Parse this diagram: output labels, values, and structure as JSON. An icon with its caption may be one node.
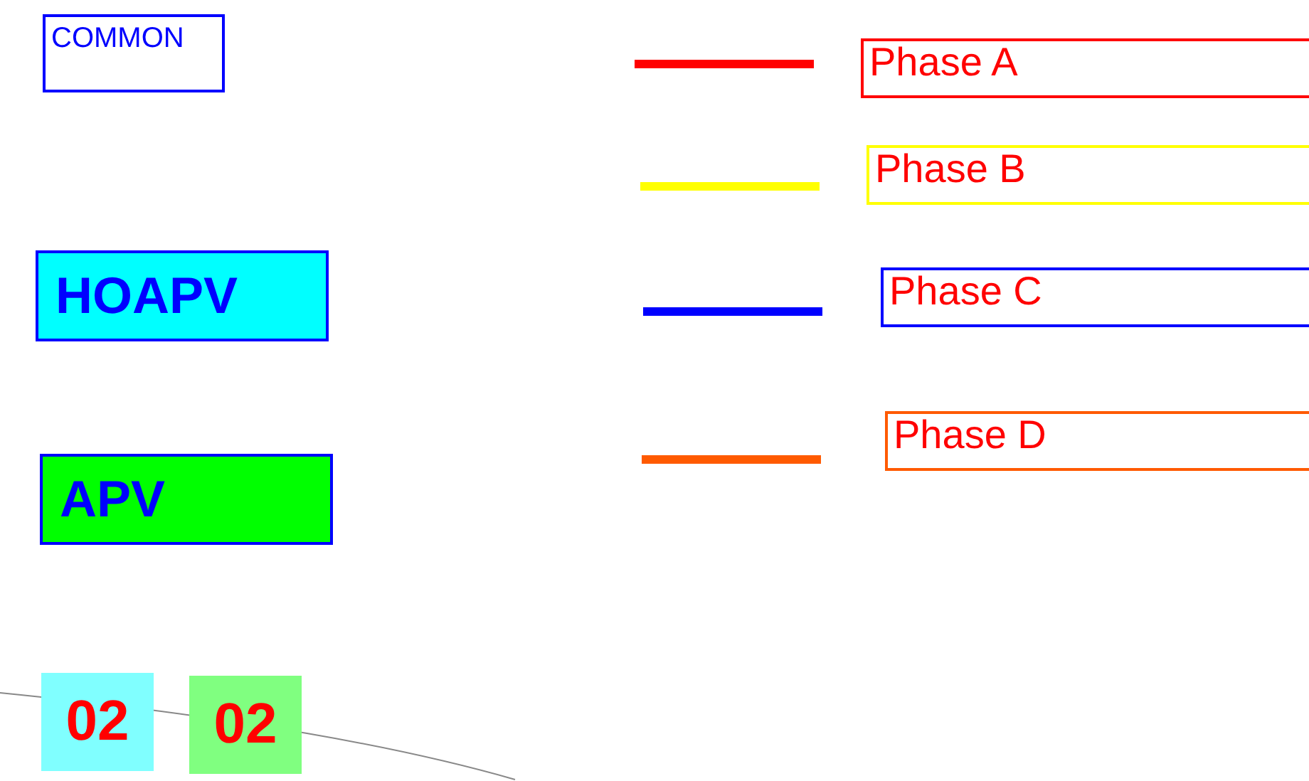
{
  "diagram": {
    "nodes": [
      {
        "text": [
          "COMMON"
        ]
      },
      {
        "text": [
          "HOAPV"
        ]
      },
      {
        "text": [
          "APV"
        ]
      },
      {
        "text": [
          "02"
        ]
      },
      {
        "text": [
          "02"
        ]
      }
    ],
    "legend": [
      {
        "text": "Phase A",
        "color": "#ff0000"
      },
      {
        "text": "Phase B",
        "color": "#ffff00"
      },
      {
        "text": "Phase C",
        "color": "#0000ff"
      },
      {
        "text": "Phase D",
        "color": "#ff5a00"
      }
    ]
  }
}
